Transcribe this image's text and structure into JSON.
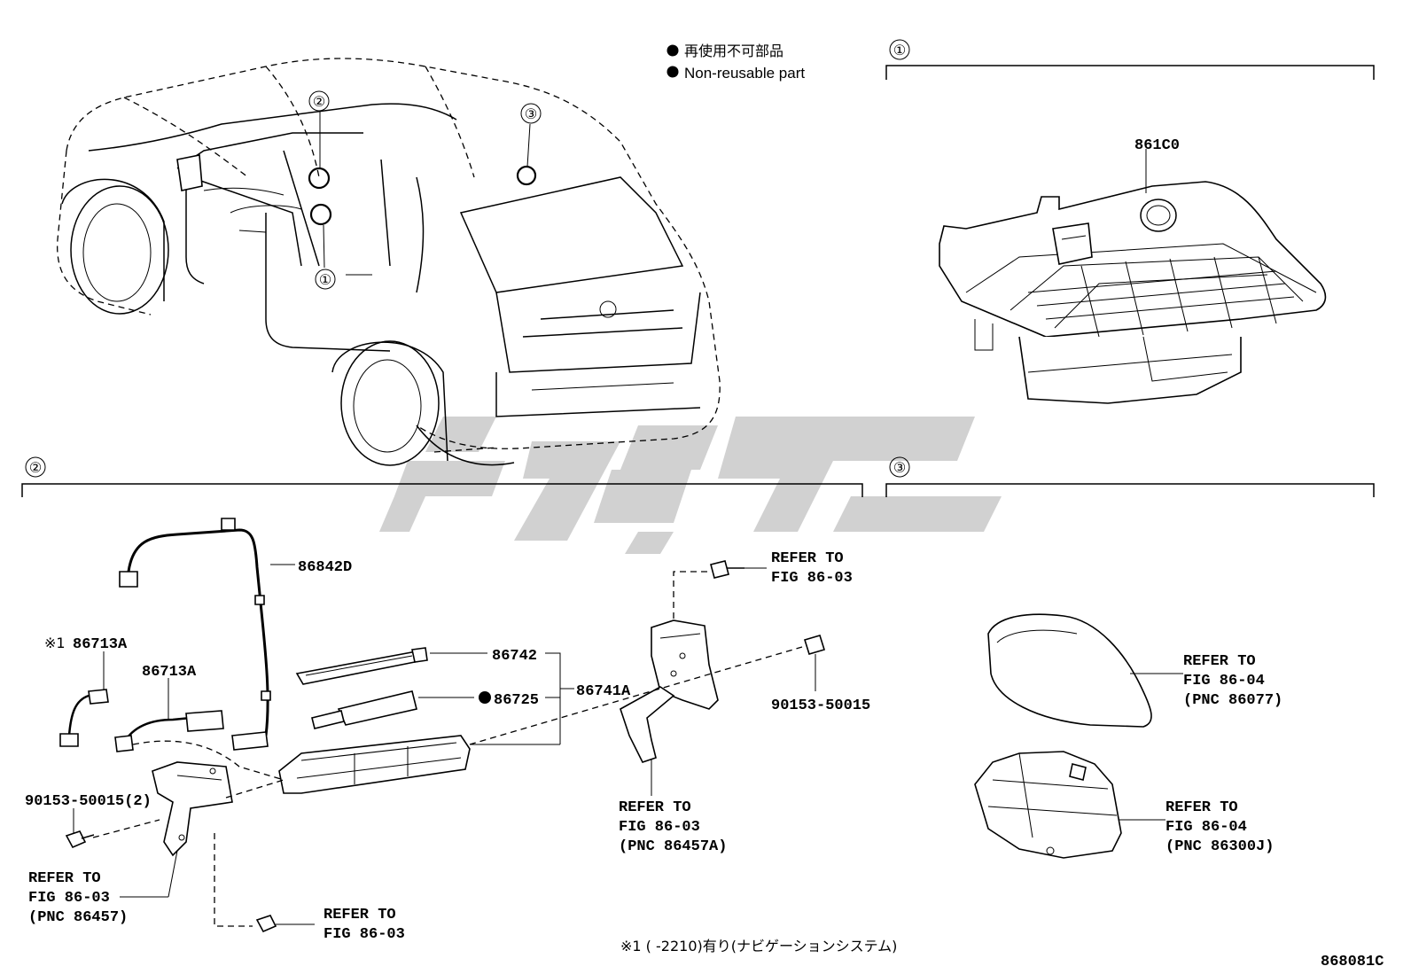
{
  "legend": {
    "jp": "再使用不可部品",
    "en": "Non-reusable part"
  },
  "sections": {
    "s1": {
      "num": "①"
    },
    "s2": {
      "num": "②"
    },
    "s3": {
      "num": "③"
    }
  },
  "car_markers": {
    "m1": "①",
    "m2": "②",
    "m3": "③"
  },
  "labels": {
    "p861c0": "861C0",
    "p86842d": "86842D",
    "p86713a_star_mark": "※1",
    "p86713a_star": "86713A",
    "p86713a": "86713A",
    "p86742": "86742",
    "p86725": "86725",
    "p86741a": "86741A",
    "p90153_right": "90153-50015",
    "p90153_left": "90153-50015(2)"
  },
  "refers": {
    "r_top_bracket": [
      "REFER TO",
      "FIG 86-03"
    ],
    "r_bracket_bottom": [
      "REFER TO",
      "FIG 86-03",
      "(PNC 86457A)"
    ],
    "r_left": [
      "REFER TO",
      "FIG 86-03",
      "(PNC 86457)"
    ],
    "r_bottom_bolt": [
      "REFER TO",
      "FIG 86-03"
    ],
    "r_cover": [
      "REFER TO",
      "FIG 86-04",
      "(PNC 86077)"
    ],
    "r_antenna": [
      "REFER TO",
      "FIG 86-04",
      "(PNC 86300J)"
    ]
  },
  "footnote": "※1 (        -2210)有り(ナビゲーションシステム)",
  "drawing_id": "868081C",
  "watermark": "logo"
}
